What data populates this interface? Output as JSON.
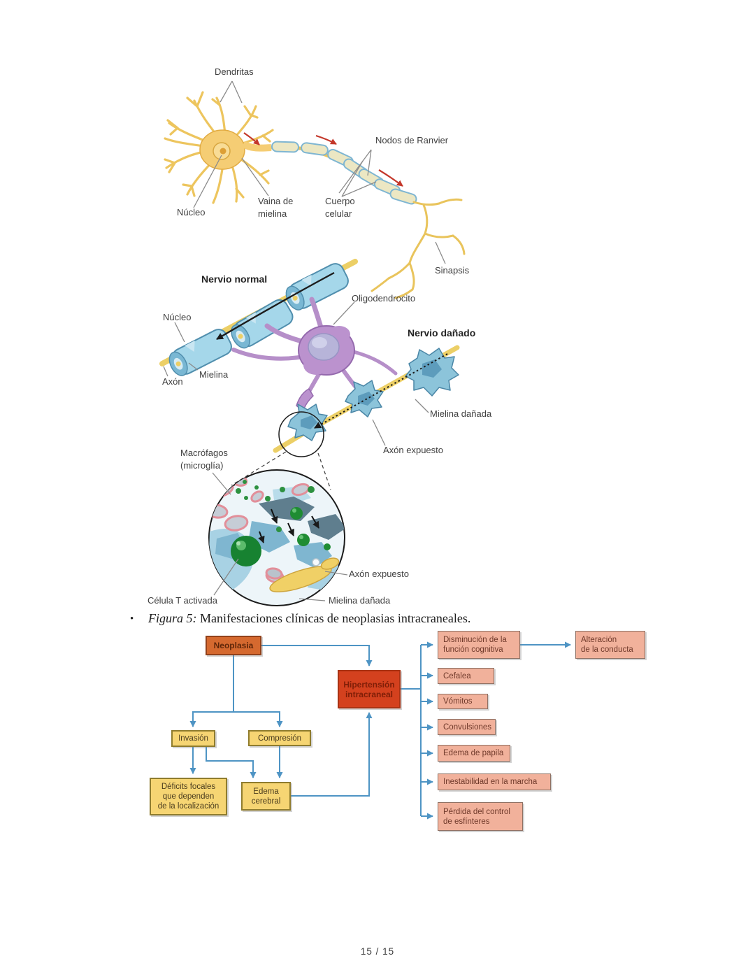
{
  "document": {
    "page_indicator": "15 / 15"
  },
  "figure_nerve": {
    "labels": {
      "dendritas": "Dendritas",
      "nodos_ranvier": "Nodos de Ranvier",
      "nucleo_neurona": "Núcleo",
      "vaina_mielina": "Vaina de\nmielina",
      "cuerpo_celular": "Cuerpo\ncelular",
      "sinapsis": "Sinapsis",
      "nervio_normal": "Nervio normal",
      "oligodendrocito": "Oligodendrocito",
      "nucleo_oligo": "Núcleo",
      "axon": "Axón",
      "mielina": "Mielina",
      "nervio_danado": "Nervio dañado",
      "mielina_danada": "Mielina dañada",
      "axon_expuesto": "Axón expuesto",
      "macrofagos": "Macrófagos\n(microglía)",
      "celula_t": "Célula T activada",
      "axon_expuesto_inset": "Axón expuesto",
      "mielina_danada_inset": "Mielina dañada"
    }
  },
  "caption": {
    "bullet": "•",
    "figure_ref": "Figura 5:",
    "text": " Manifestaciones clínicas de neoplasias intracraneales."
  },
  "flowchart": {
    "colors": {
      "orange_box": "#d5692f",
      "red_box": "#d4411e",
      "yellow_box": "#f6d573",
      "salmon_box": "#f1b19b",
      "arrow": "#4e94c4"
    },
    "nodes": {
      "neoplasia": "Neoplasia",
      "hipertension": "Hipertensión\nintracraneal",
      "invasion": "Invasión",
      "compresion": "Compresión",
      "deficits": "Déficits focales\nque dependen\nde la localización",
      "edema_cerebral": "Edema\ncerebral",
      "disminucion": "Disminución de la\nfunción cognitiva",
      "alteracion": "Alteración\nde la conducta",
      "cefalea": "Cefalea",
      "vomitos": "Vómitos",
      "convulsiones": "Convulsiones",
      "edema_papila": "Edema de papila",
      "inestabilidad": "Inestabilidad en la marcha",
      "perdida": "Pérdida del control\nde esfínteres"
    }
  }
}
